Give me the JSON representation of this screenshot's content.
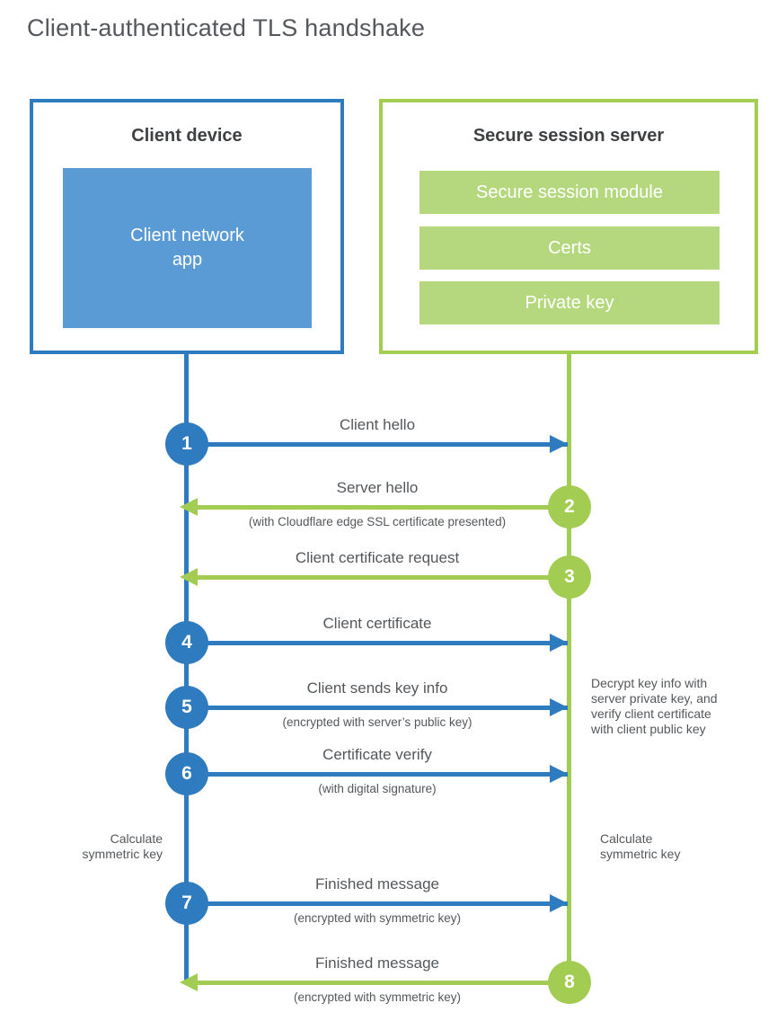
{
  "title": "Client-authenticated TLS handshake",
  "colors": {
    "blue_stroke": "#2e7bbf",
    "blue_fill": "#5b9bd5",
    "green_stroke": "#a2cc52",
    "green_fill": "#b5d77d",
    "heading_text": "#3e4042",
    "label_text": "#54575a"
  },
  "client": {
    "title": "Client device",
    "app_label": "Client network\napp"
  },
  "server": {
    "title": "Secure session server",
    "modules": [
      "Secure session module",
      "Certs",
      "Private key"
    ]
  },
  "steps": [
    {
      "num": "1",
      "from": "client",
      "color": "blue",
      "label": "Client hello",
      "sublabel": ""
    },
    {
      "num": "2",
      "from": "server",
      "color": "green",
      "label": "Server hello",
      "sublabel": "(with Cloudflare edge SSL certificate presented)"
    },
    {
      "num": "3",
      "from": "server",
      "color": "green",
      "label": "Client certificate request",
      "sublabel": ""
    },
    {
      "num": "4",
      "from": "client",
      "color": "blue",
      "label": "Client certificate",
      "sublabel": ""
    },
    {
      "num": "5",
      "from": "client",
      "color": "blue",
      "label": "Client sends key info",
      "sublabel": "(encrypted with server’s public key)"
    },
    {
      "num": "6",
      "from": "client",
      "color": "blue",
      "label": "Certificate verify",
      "sublabel": "(with digital signature)"
    },
    {
      "num": "7",
      "from": "client",
      "color": "blue",
      "label": "Finished message",
      "sublabel": "(encrypted with symmetric key)"
    },
    {
      "num": "8",
      "from": "server",
      "color": "green",
      "label": "Finished message",
      "sublabel": "(encrypted with symmetric key)"
    }
  ],
  "annotations": {
    "decrypt_note": "Decrypt key info with\nserver private key, and\nverify client certificate\nwith client public key",
    "calc_left": "Calculate\nsymmetric key",
    "calc_right": "Calculate\nsymmetric key"
  }
}
